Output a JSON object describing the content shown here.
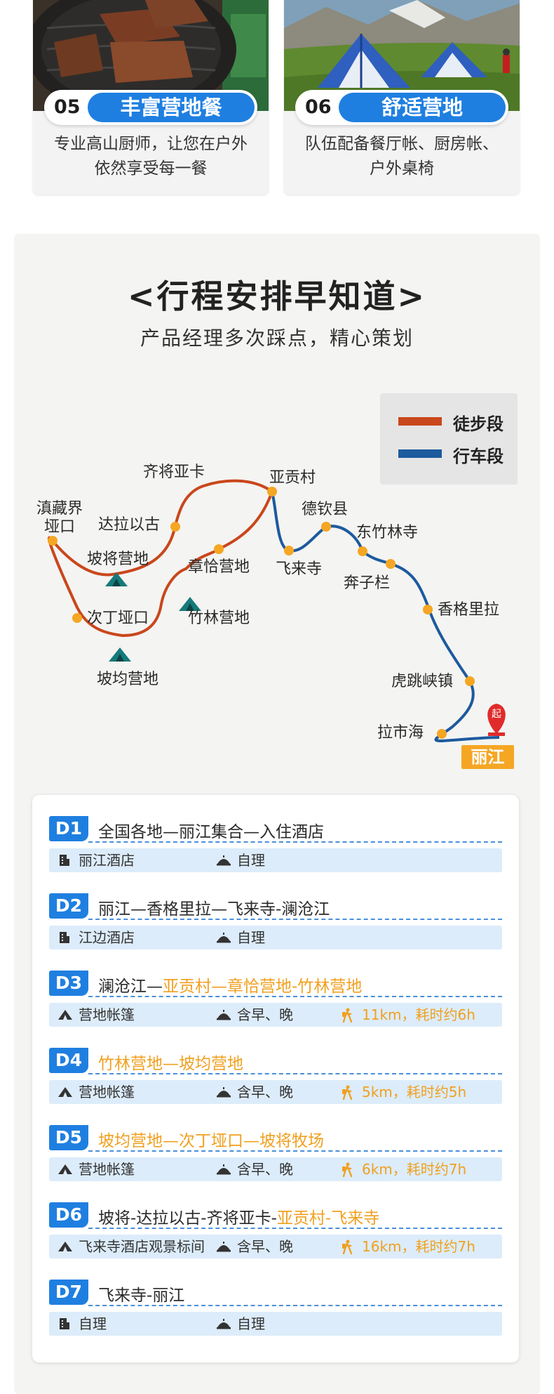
{
  "cards": [
    {
      "num": "05",
      "title": "丰富营地餐",
      "desc": [
        "专业高山厨师，让您在户外",
        "依然享受每一餐"
      ]
    },
    {
      "num": "06",
      "title": "舒适营地",
      "desc": [
        "队伍配备餐厅帐、厨房帐、",
        "户外桌椅"
      ]
    }
  ],
  "heading": {
    "title": "<行程安排早知道>",
    "subtitle": "产品经理多次踩点，精心策划"
  },
  "legend": [
    {
      "label": "徒步段",
      "color": "#c9471c"
    },
    {
      "label": "行车段",
      "color": "#1d5a9e"
    }
  ],
  "map": {
    "places": {
      "dianzang": [
        "滇藏界",
        "垭口"
      ],
      "qijiang": "齐将亚卡",
      "yagong": "亚贡村",
      "deqin": "德钦县",
      "dala": "达拉以古",
      "pojiang": "坡将营地",
      "zhangqia": "章恰营地",
      "feilai": "飞来寺",
      "dongzhulin": "东竹林寺",
      "benzilan": "奔子栏",
      "cidin": "次丁垭口",
      "zhulin": "竹林营地",
      "shangri": "香格里拉",
      "pojun": "坡均营地",
      "hutiao": "虎跳峡镇",
      "lashi": "拉市海"
    },
    "start_pin": "起",
    "start_city": "丽江"
  },
  "days": [
    {
      "badge": "D1",
      "route": [
        {
          "t": "全国各地—丽江集合—入住酒店",
          "hl": false
        }
      ],
      "stay_icon": "building-icon",
      "stay": "丽江酒店",
      "meal": "自理",
      "hike": ""
    },
    {
      "badge": "D2",
      "route": [
        {
          "t": "丽江—香格里拉—飞来寺-澜沧江",
          "hl": false
        }
      ],
      "stay_icon": "building-icon",
      "stay": "江边酒店",
      "meal": "自理",
      "hike": ""
    },
    {
      "badge": "D3",
      "route": [
        {
          "t": "澜沧江—",
          "hl": false
        },
        {
          "t": "亚贡村—章恰营地-竹林营地",
          "hl": true
        }
      ],
      "stay_icon": "tent-icon",
      "stay": "营地帐篷",
      "meal": "含早、晚",
      "hike": "11km，耗时约6h"
    },
    {
      "badge": "D4",
      "route": [
        {
          "t": "竹林营地—坡均营地",
          "hl": true
        }
      ],
      "stay_icon": "tent-icon",
      "stay": "营地帐篷",
      "meal": "含早、晚",
      "hike": "5km，耗时约5h"
    },
    {
      "badge": "D5",
      "route": [
        {
          "t": "坡均营地—次丁垭口—坡将牧场",
          "hl": true
        }
      ],
      "stay_icon": "tent-icon",
      "stay": "营地帐篷",
      "meal": "含早、晚",
      "hike": "6km，耗时约7h"
    },
    {
      "badge": "D6",
      "route": [
        {
          "t": "坡将-达拉以古-齐将亚卡-",
          "hl": false
        },
        {
          "t": "亚贡村-飞来寺",
          "hl": true
        }
      ],
      "stay_icon": "tent-icon",
      "stay": "飞来寺酒店观景标间",
      "meal": "含早、晚",
      "hike": "16km，耗时约7h"
    },
    {
      "badge": "D7",
      "route": [
        {
          "t": "飞来寺-丽江",
          "hl": false
        }
      ],
      "stay_icon": "building-icon",
      "stay": "自理",
      "meal": "自理",
      "hike": ""
    }
  ]
}
